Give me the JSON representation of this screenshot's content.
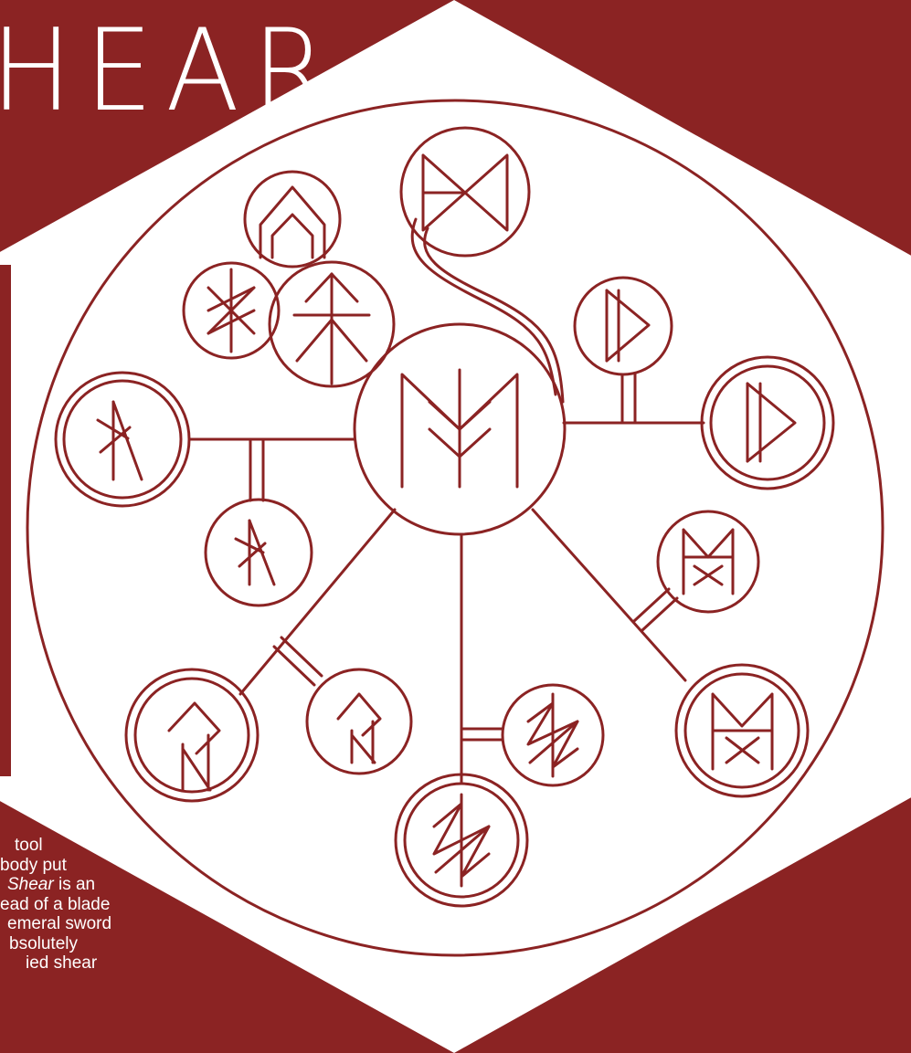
{
  "title": "HEAR",
  "description": {
    "lines": [
      "tool",
      "body put",
      "Shear is an",
      "ead of a blade",
      "emeral sword",
      "bsolutely",
      "ied shear"
    ],
    "line3_prefix": "",
    "line3_em": "Shear",
    "line3_suffix": " is an"
  },
  "colors": {
    "background": "#8b2323",
    "hexagon": "#ffffff",
    "ink": "#8b2323"
  }
}
